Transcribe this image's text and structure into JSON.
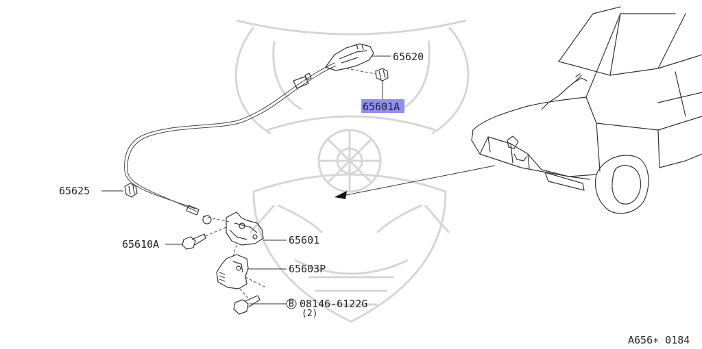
{
  "diagram": {
    "reference_code": "A656∗ 0184",
    "parts": {
      "p65620": "65620",
      "p65601A": "65601A",
      "p65625": "65625",
      "p65610A": "65610A",
      "p65601": "65601",
      "p65603P": "65603P",
      "bolt_circle": "B",
      "bolt_number": "08146-6122G",
      "bolt_qty": "(2)"
    },
    "highlight_color": "#8f8ff0"
  }
}
